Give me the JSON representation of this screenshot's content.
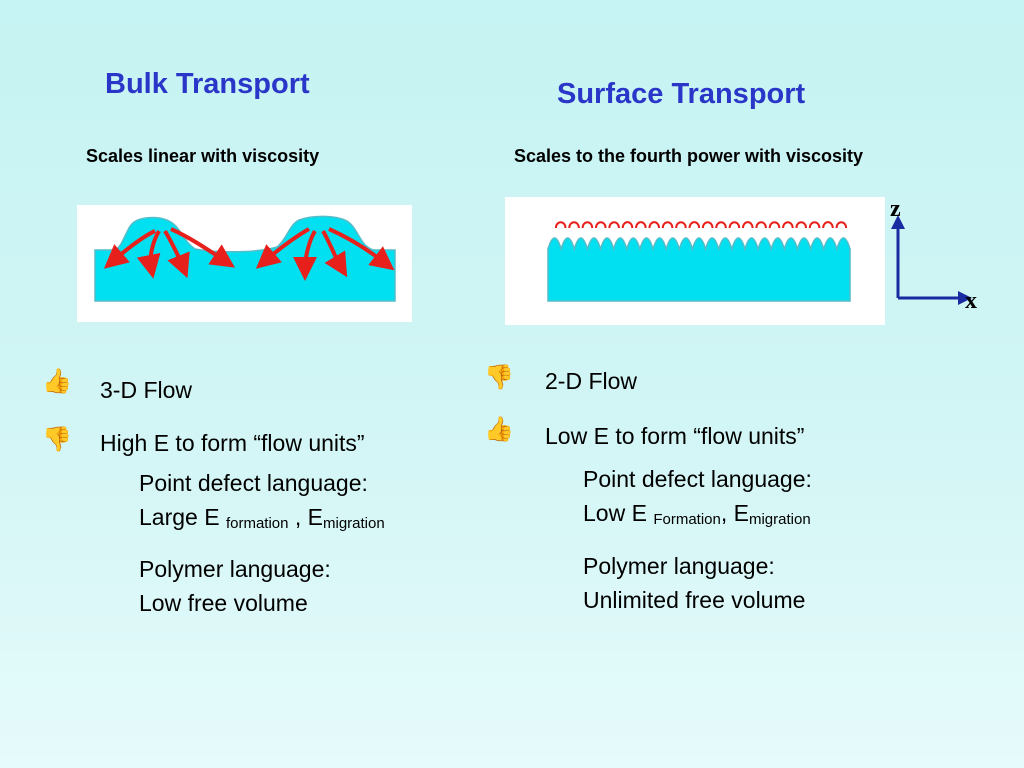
{
  "left": {
    "title": "Bulk Transport",
    "subtitle": "Scales linear with viscosity",
    "bullet1": {
      "icon": "thumbs-up-icon",
      "glyph": "👍",
      "text": "3-D  Flow"
    },
    "bullet2": {
      "icon": "thumbs-down-icon",
      "glyph": "👎",
      "text": "High E to form “flow units”"
    },
    "point_defect_label": "Point defect language:",
    "point_defect_prefix": "Large E ",
    "sub_formation": "formation",
    "separator": " , E",
    "sub_migration": "migration",
    "polymer_label": "Polymer language:",
    "polymer_value": "Low free volume"
  },
  "right": {
    "title": "Surface Transport",
    "subtitle": "Scales to the fourth power with viscosity",
    "bullet1": {
      "icon": "thumbs-down-icon",
      "glyph": "👎",
      "text": "2-D Flow"
    },
    "bullet2": {
      "icon": "thumbs-up-icon",
      "glyph": "👍",
      "text": "Low E to form “flow units”"
    },
    "point_defect_label": "Point defect language:",
    "point_defect_prefix": "Low E ",
    "sub_formation": "Formation",
    "separator": ", E",
    "sub_migration": "migration",
    "polymer_label": "Polymer language:",
    "polymer_value": "Unlimited free volume"
  },
  "axes": {
    "z_label": "z",
    "x_label": "x"
  },
  "colors": {
    "title": "#2a36c8",
    "fluid": "#00e0f0",
    "arrow": "#e8201c"
  }
}
